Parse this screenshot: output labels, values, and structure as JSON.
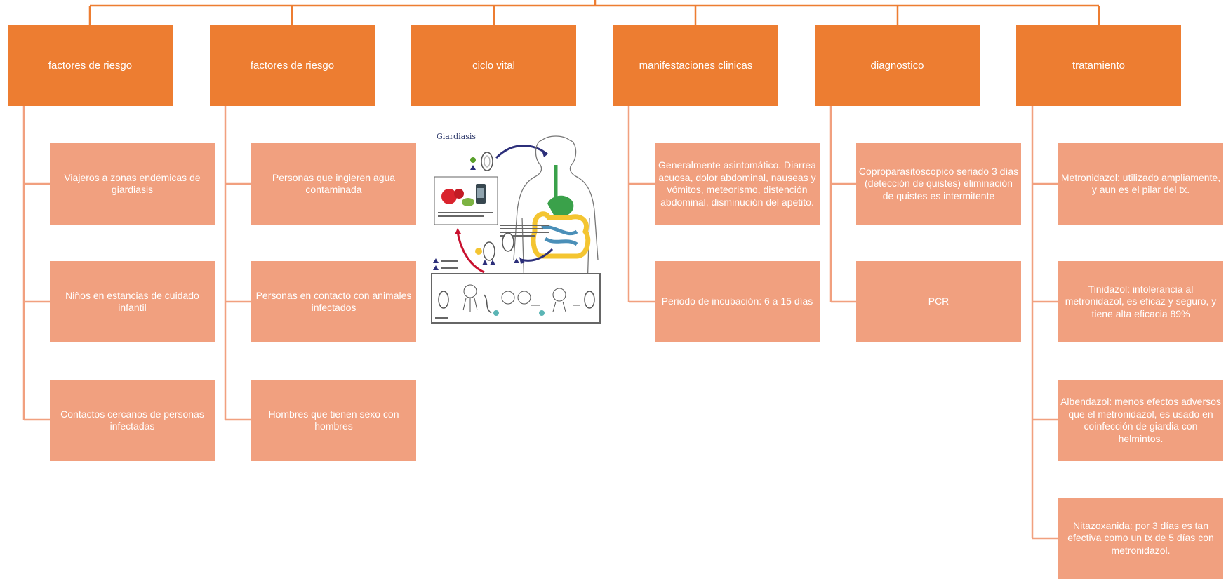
{
  "colors": {
    "header_fill": "#ed7d31",
    "leaf_fill": "#f1a07f",
    "connector": "#ed7d31",
    "text": "#ffffff"
  },
  "columns": [
    {
      "header": "factores de riesgo",
      "items": [
        "Viajeros a zonas endémicas de giardiasis",
        "Niños en estancias de cuidado infantil",
        "Contactos cercanos de personas infectadas"
      ]
    },
    {
      "header": "factores de riesgo",
      "items": [
        "Personas que ingieren agua contaminada",
        "Personas en contacto con animales infectados",
        "Hombres que tienen sexo con hombres"
      ]
    },
    {
      "header": "ciclo vital",
      "image": {
        "title": "Giardiasis",
        "icon": "giardia-life-cycle-illustration"
      }
    },
    {
      "header": "manifestaciones clinicas",
      "items": [
        "Generalmente asintomático. Diarrea acuosa, dolor abdominal, nauseas y vómitos, meteorismo, distención abdominal, disminución del apetito.",
        "Periodo de incubación: 6 a 15 días"
      ]
    },
    {
      "header": "diagnostico",
      "items": [
        "Coproparasitoscopico seriado 3 días (detección de quistes) eliminación de quistes es intermitente",
        "PCR"
      ]
    },
    {
      "header": "tratamiento",
      "items": [
        "Metronidazol: utilizado ampliamente, y aun es el pilar del tx.",
        "Tinidazol: intolerancia al metronidazol, es eficaz y seguro, y tiene alta eficacia 89%",
        "Albendazol: menos efectos adversos que el metronidazol, es usado en coinfección de giardia con helmintos.",
        "Nitazoxanida: por 3 días es tan efectiva como un tx de 5 días con metronidazol."
      ]
    }
  ]
}
